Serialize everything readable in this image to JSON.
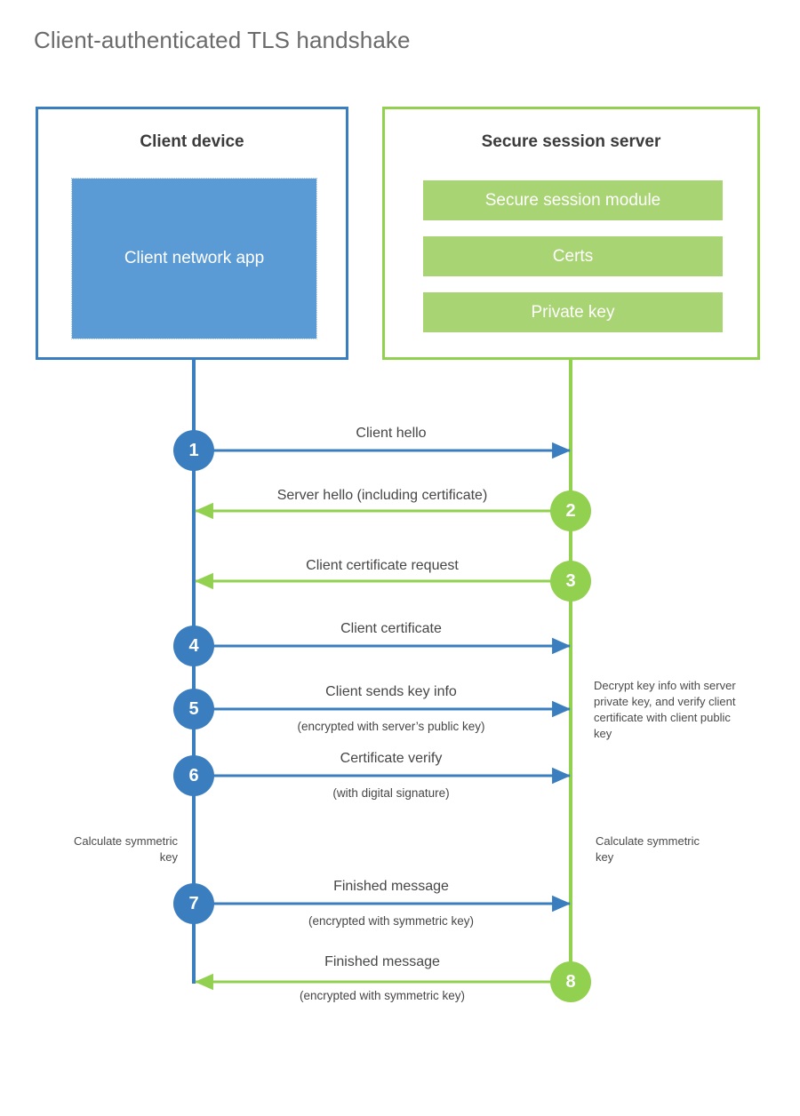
{
  "title": "Client-authenticated TLS handshake",
  "colors": {
    "client": "#3a7ebf",
    "client_fill": "#5b9bd5",
    "server": "#92d050",
    "server_fill": "#a9d474",
    "text": "#464646",
    "title": "#6b6b6b"
  },
  "entities": {
    "client": {
      "title": "Client device",
      "app_label": "Client network app"
    },
    "server": {
      "title": "Secure session server",
      "modules": [
        "Secure session module",
        "Certs",
        "Private key"
      ]
    }
  },
  "steps": [
    {
      "n": "1",
      "label": "Client hello",
      "sub": "",
      "dir": "client-to-server"
    },
    {
      "n": "2",
      "label": "Server hello (including certificate)",
      "sub": "",
      "dir": "server-to-client"
    },
    {
      "n": "3",
      "label": "Client certificate request",
      "sub": "",
      "dir": "server-to-client"
    },
    {
      "n": "4",
      "label": "Client certificate",
      "sub": "",
      "dir": "client-to-server"
    },
    {
      "n": "5",
      "label": "Client sends key info",
      "sub": "(encrypted with server’s public key)",
      "dir": "client-to-server"
    },
    {
      "n": "6",
      "label": "Certificate verify",
      "sub": "(with digital signature)",
      "dir": "client-to-server"
    },
    {
      "n": "7",
      "label": "Finished message",
      "sub": "(encrypted with symmetric key)",
      "dir": "client-to-server"
    },
    {
      "n": "8",
      "label": "Finished message",
      "sub": "(encrypted with symmetric key)",
      "dir": "server-to-client"
    }
  ],
  "notes": {
    "server_decrypt": "Decrypt key info with server private key, and verify client certificate with client public key",
    "client_calc": "Calculate symmetric key",
    "server_calc": "Calculate symmetric key"
  }
}
